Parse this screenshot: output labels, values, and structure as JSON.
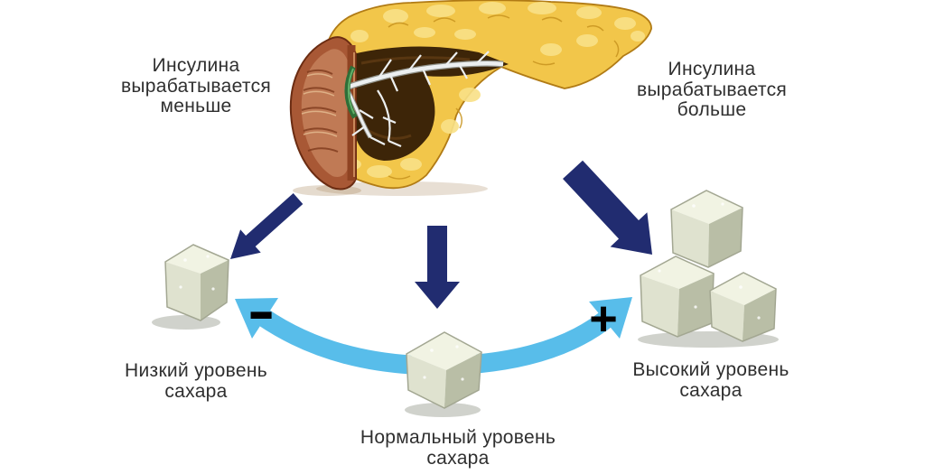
{
  "diagram": {
    "subject": "pancreas-insulin-sugar-level-diagram",
    "labels": {
      "insulin_less": "Инсулина\nвырабатывается\nменьше",
      "insulin_more": "Инсулина\nвырабатывается\nбольше",
      "sugar_low": "Низкий уровень\nсахара",
      "sugar_normal": "Нормальный уровень\nсахара",
      "sugar_high": "Высокий уровень\nсахара",
      "minus_sign": "−",
      "plus_sign": "+"
    },
    "colors": {
      "navy_arrow": "#212c70",
      "light_blue_arrow": "#58bdea",
      "text": "#2f2f2f",
      "sign_black": "#000000",
      "pancreas_yellow": "#f2c64a",
      "pancreas_outline": "#b17b15",
      "pancreas_cavity": "#3d2508",
      "duodenum_brown": "#a85835",
      "duodenum_inner": "#c07a55",
      "duct_white": "#eceff0",
      "bile_duct_green": "#2e6f38",
      "cube_top": "#f1f3e3",
      "cube_side_light": "#dfe2cf",
      "cube_side_dark": "#b9bea6"
    }
  }
}
